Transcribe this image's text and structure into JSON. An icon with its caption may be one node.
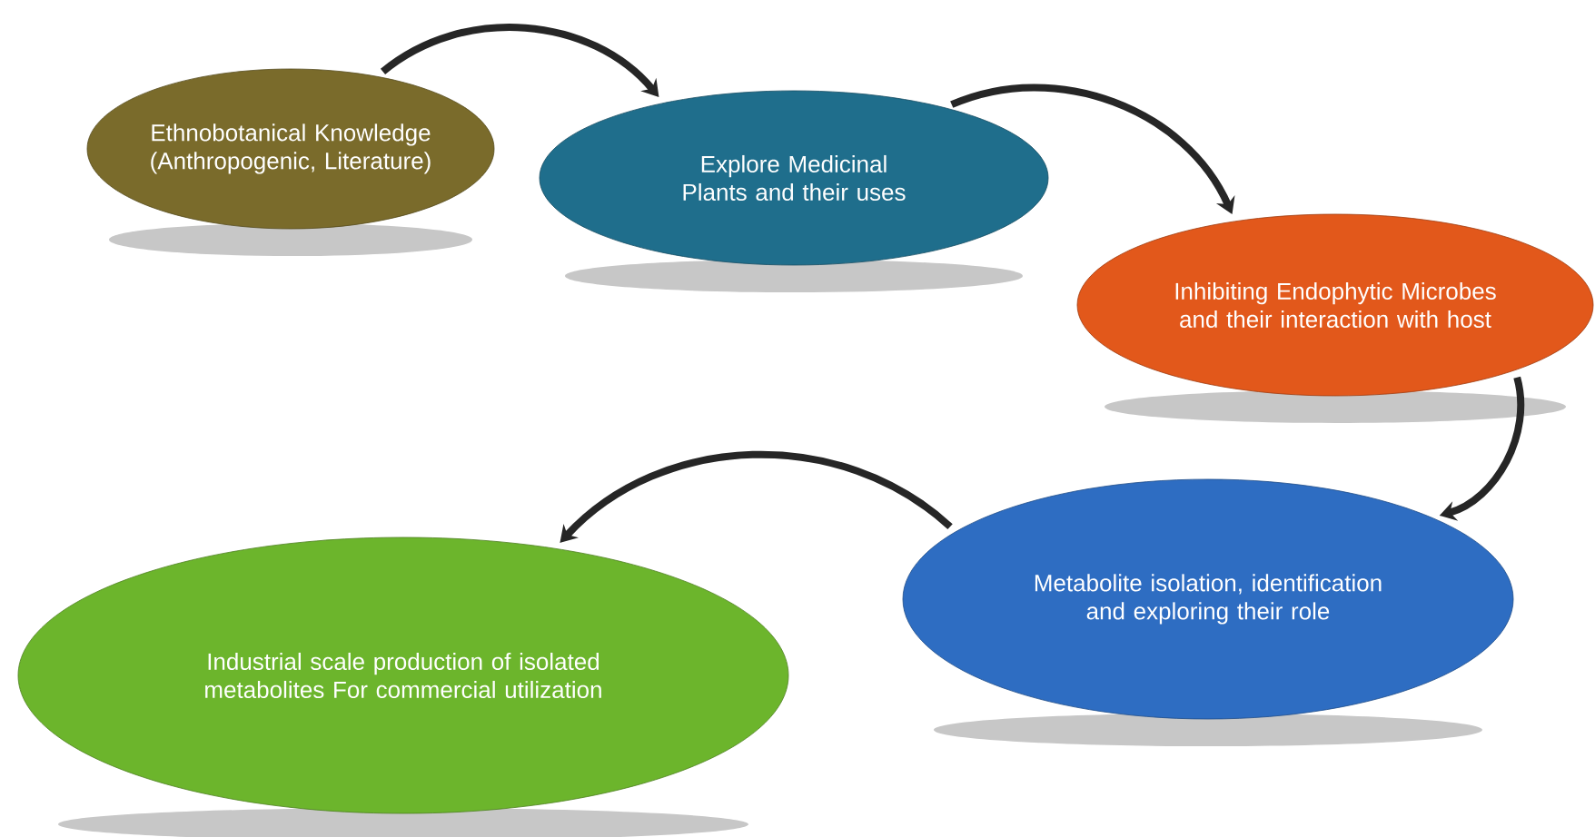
{
  "diagram": {
    "nodes": [
      {
        "text": [
          "Ethnobotanical Knowledge (Anthropogenic, Literature)"
        ]
      },
      {
        "text": [
          "Explore Medicinal Plants and their uses"
        ]
      },
      {
        "text": [
          "Inhibiting Endophytic Microbes and their interaction with host"
        ]
      },
      {
        "text": [
          "Metabolite isolation, identification and exploring their role"
        ]
      },
      {
        "text": [
          "Industrial scale production of isolated metabolites For commercial utilization"
        ]
      }
    ],
    "edges": [
      {
        "from": 0,
        "to": 1,
        "arrow": "to"
      },
      {
        "from": 1,
        "to": 2,
        "arrow": "to"
      },
      {
        "from": 2,
        "to": 3,
        "arrow": "to"
      },
      {
        "from": 3,
        "to": 4,
        "arrow": "to"
      }
    ]
  }
}
